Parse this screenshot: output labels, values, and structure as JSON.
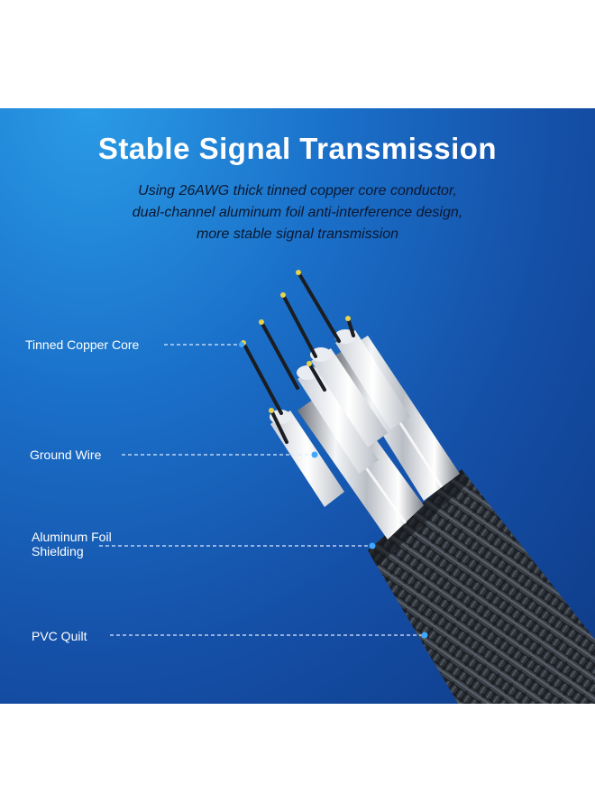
{
  "header": {
    "title": "Stable Signal Transmission",
    "description_lines": [
      "Using 26AWG thick tinned copper core conductor,",
      "dual-channel aluminum foil anti-interference design,",
      "more stable signal transmission"
    ]
  },
  "callouts": {
    "tinned_copper_core": "Tinned Copper Core",
    "ground_wire": "Ground Wire",
    "aluminum_foil_line1": "Aluminum Foil",
    "aluminum_foil_line2": "Shielding",
    "pvc_quilt": "PVC Quilt"
  },
  "colors": {
    "banner_light": "#2a9be6",
    "banner_dark": "#0e3a86",
    "callout_dot": "#3fa8ff",
    "wire_tip": "#e8d24a",
    "braid": "#1e2228"
  }
}
